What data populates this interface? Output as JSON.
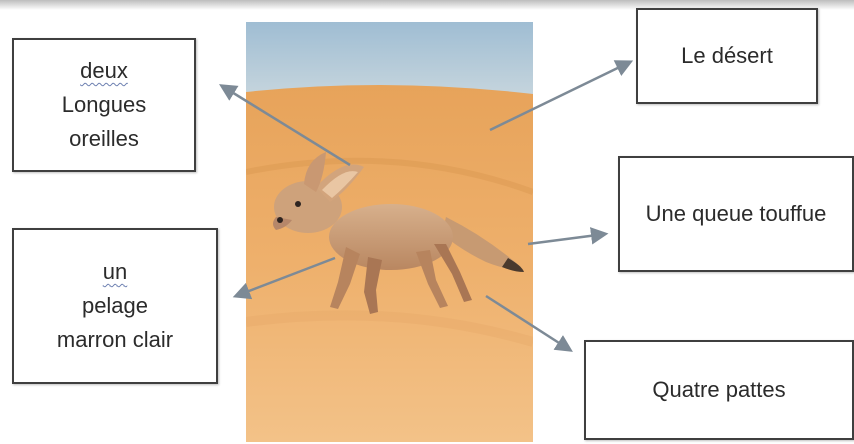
{
  "labels": {
    "ears": {
      "word1": "deux",
      "word1_rest": " Longues",
      "line2": "oreilles"
    },
    "fur": {
      "word1": "un",
      "word1_rest": " pelage",
      "line2": "marron clair"
    },
    "habitat": {
      "text": "Le désert"
    },
    "tail": {
      "text": "Une queue touffue"
    },
    "legs": {
      "text": "Quatre pattes"
    }
  },
  "photo": {
    "subject": "fennec fox walking on sand dunes",
    "colors": {
      "sky": "#a9c4d8",
      "sand": "#e9a65c",
      "fur": "#cfa27a"
    }
  },
  "arrow_color": "#7d8a96"
}
